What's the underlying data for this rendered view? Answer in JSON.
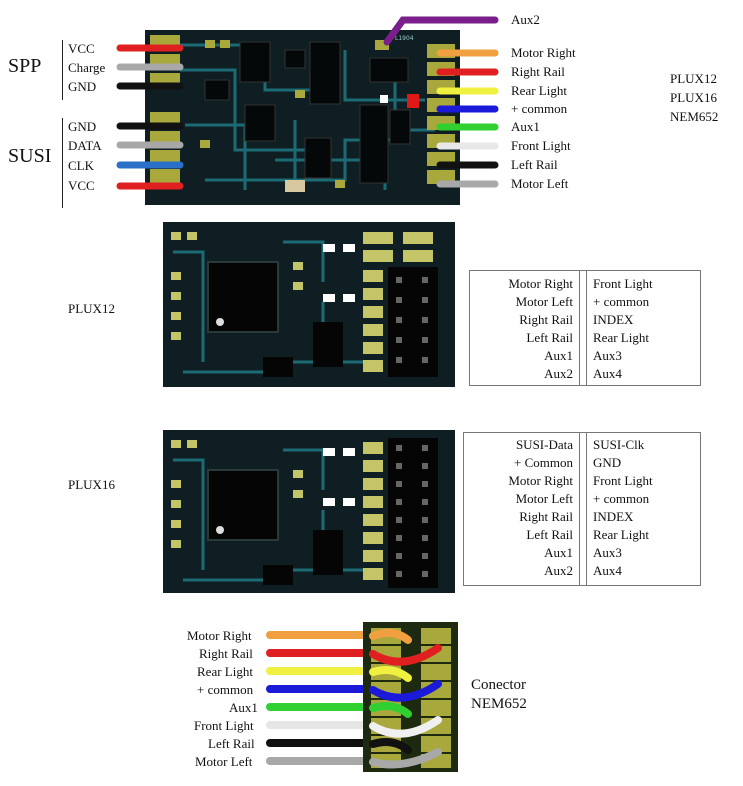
{
  "top": {
    "spp_group_label": "SPP",
    "susi_group_label": "SUSI",
    "spp_pins": [
      {
        "label": "VCC",
        "color": "#e02020"
      },
      {
        "label": "Charge",
        "color": "#a8a8a8"
      },
      {
        "label": "GND",
        "color": "#111111"
      }
    ],
    "susi_pins": [
      {
        "label": "GND",
        "color": "#111111"
      },
      {
        "label": "DATA",
        "color": "#a8a8a8"
      },
      {
        "label": "CLK",
        "color": "#2a70c8"
      },
      {
        "label": "VCC",
        "color": "#e02020"
      }
    ],
    "aux2": {
      "label": "Aux2",
      "color": "#7a1e8c"
    },
    "right_pins": [
      {
        "label": "Motor Right",
        "color": "#f0a040"
      },
      {
        "label": "Right Rail",
        "color": "#e02020"
      },
      {
        "label": "Rear Light",
        "color": "#f0f040"
      },
      {
        "label": "+ common",
        "color": "#1a1ad8"
      },
      {
        "label": "Aux1",
        "color": "#30d030"
      },
      {
        "label": "Front Light",
        "color": "#f4f4f4"
      },
      {
        "label": "Left Rail",
        "color": "#111111"
      },
      {
        "label": "Motor Left",
        "color": "#a8a8a8"
      }
    ],
    "interfaces": [
      "PLUX12",
      "PLUX16",
      "NEM652"
    ],
    "chip_marking": "L1904"
  },
  "plux12": {
    "label": "PLUX12",
    "left_col": [
      "Motor Right",
      "Motor Left",
      "Right Rail",
      "Left Rail",
      "Aux1",
      "Aux2"
    ],
    "right_col": [
      "Front Light",
      "+ common",
      "INDEX",
      "Rear Light",
      "Aux3",
      "Aux4"
    ]
  },
  "plux16": {
    "label": "PLUX16",
    "left_col": [
      "SUSI-Data",
      "+ Common",
      "Motor Right",
      "Motor  Left",
      "Right Rail",
      "Left Rail",
      "Aux1",
      "Aux2"
    ],
    "right_col": [
      "SUSI-Clk",
      "GND",
      "Front Light",
      "+ common",
      "INDEX",
      "Rear Light",
      "Aux3",
      "Aux4"
    ]
  },
  "nem652": {
    "title_line1": "Conector",
    "title_line2": "NEM652",
    "pins": [
      {
        "label": "Motor Right",
        "color": "#f0a040"
      },
      {
        "label": "Right Rail",
        "color": "#e02020"
      },
      {
        "label": "Rear Light",
        "color": "#f0f040"
      },
      {
        "label": "+ common",
        "color": "#1a1ad8"
      },
      {
        "label": "Aux1",
        "color": "#30d030"
      },
      {
        "label": "Front Light",
        "color": "#f4f4f4"
      },
      {
        "label": "Left Rail",
        "color": "#111111"
      },
      {
        "label": "Motor Left",
        "color": "#a8a8a8"
      }
    ]
  },
  "colors": {
    "pcb": "#0e1e22",
    "trace": "#1c6a74",
    "pad": "#a8a83c",
    "pad_light": "#c4c468"
  }
}
